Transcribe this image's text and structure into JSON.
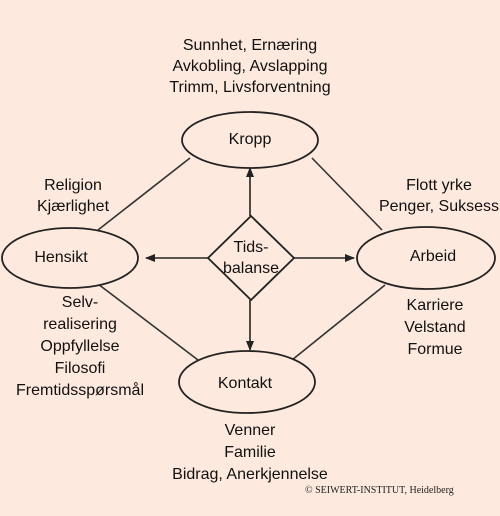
{
  "diagram": {
    "nodes": {
      "kropp": "Kropp",
      "hensikt": "Hensikt",
      "arbeid": "Arbeid",
      "kontakt": "Kontakt"
    },
    "center": {
      "line1": "Tids-",
      "line2": "balanse"
    },
    "annotations": {
      "kropp": [
        "Sunnhet, Ernæring",
        "Avkobling, Avslapping",
        "Trimm, Livsforventning"
      ],
      "hensikt_above": [
        "Religion",
        "Kjærlighet"
      ],
      "hensikt_below": [
        "Selv-",
        "realisering",
        "Oppfyllelse",
        "Filosofi",
        "Fremtidsspørsmål"
      ],
      "arbeid_above": [
        "Flott yrke",
        "Penger, Suksess"
      ],
      "arbeid_below": [
        "Karriere",
        "Velstand",
        "Formue"
      ],
      "kontakt": [
        "Venner",
        "Familie",
        "Bidrag, Anerkjennelse"
      ]
    },
    "credit": "© SEIWERT-INSTITUT, Heidelberg"
  }
}
